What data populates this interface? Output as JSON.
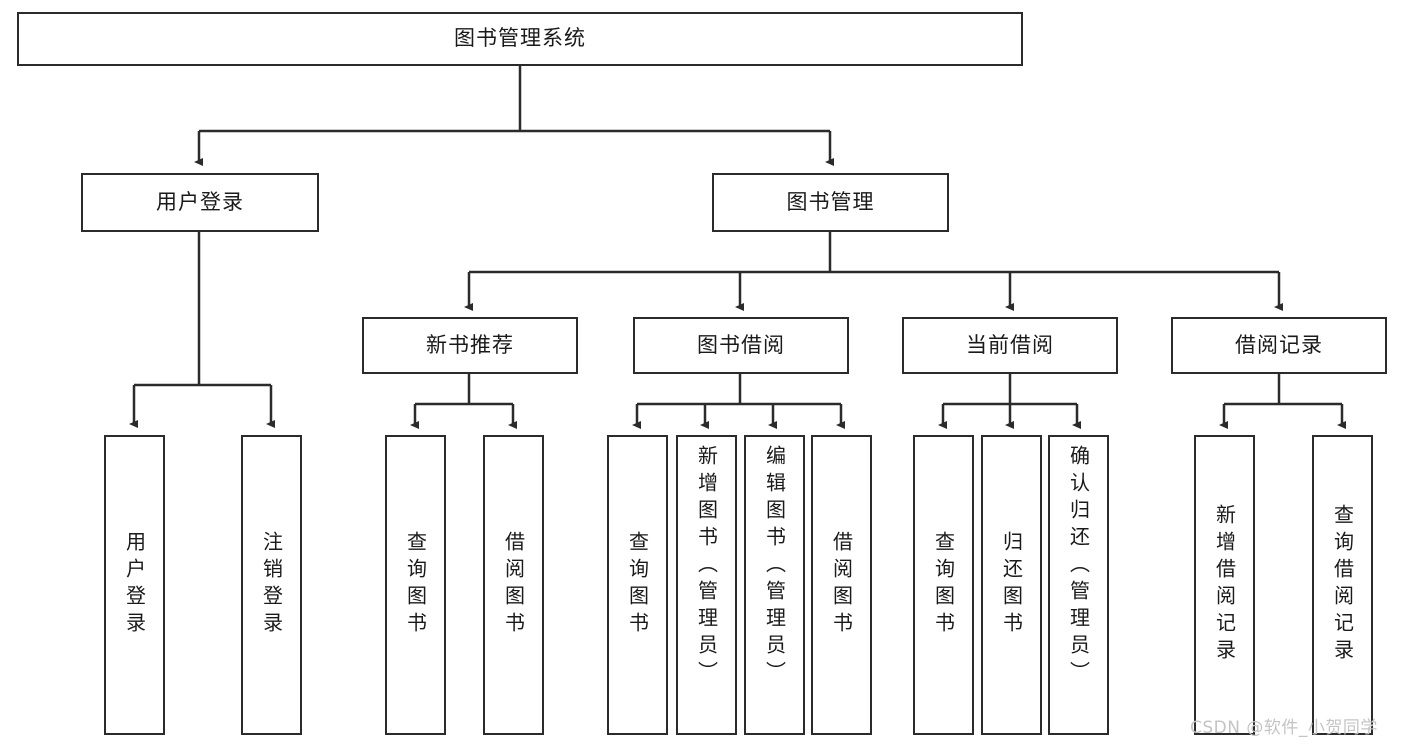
{
  "diagram": {
    "type": "tree-hierarchy",
    "title_node": {
      "label": "图书管理系统"
    },
    "level2": [
      {
        "label": "用户登录"
      },
      {
        "label": "图书管理"
      }
    ],
    "level3": [
      {
        "label": "新书推荐"
      },
      {
        "label": "图书借阅"
      },
      {
        "label": "当前借阅"
      },
      {
        "label": "借阅记录"
      }
    ],
    "leaves": {
      "user_login": [
        {
          "label": "用户登录"
        },
        {
          "label": "注销登录"
        }
      ],
      "new_book_recommend": [
        {
          "label": "查询图书"
        },
        {
          "label": "借阅图书"
        }
      ],
      "book_borrow": [
        {
          "label": "查询图书"
        },
        {
          "label": "新增图书（管理员）"
        },
        {
          "label": "编辑图书（管理员）"
        },
        {
          "label": "借阅图书"
        }
      ],
      "current_borrow": [
        {
          "label": "查询图书"
        },
        {
          "label": "归还图书"
        },
        {
          "label": "确认归还（管理员）"
        }
      ],
      "borrow_record": [
        {
          "label": "新增借阅记录"
        },
        {
          "label": "查询借阅记录"
        }
      ]
    }
  },
  "watermark": {
    "text": "CSDN @软件_小贺同学"
  },
  "colors": {
    "stroke": "#2b2b2b",
    "background": "#ffffff",
    "text": "#1a1a1a",
    "watermark": "#c4c4c4"
  }
}
